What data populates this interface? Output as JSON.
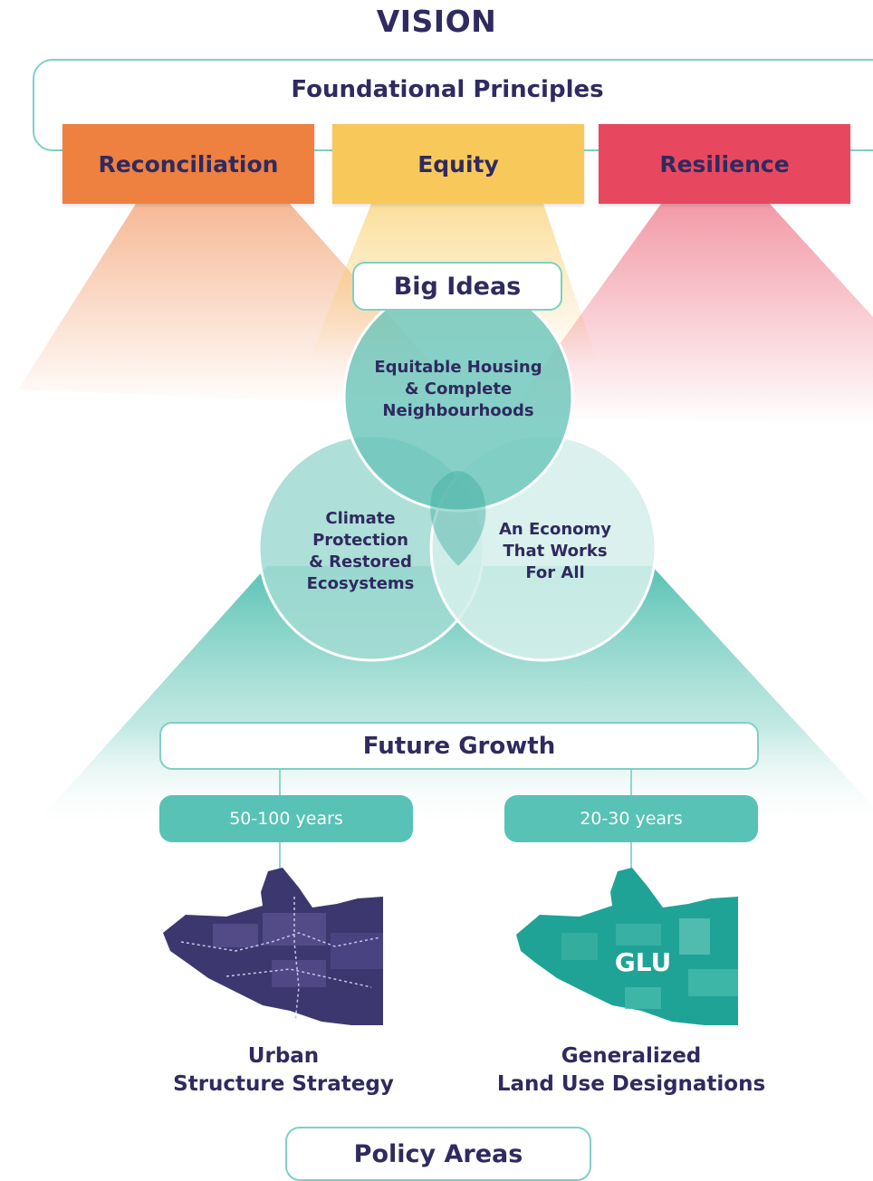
{
  "vision": "VISION",
  "foundational_principles": {
    "title": "Foundational Principles",
    "items": [
      {
        "label": "Reconciliation",
        "color": "#ee8040"
      },
      {
        "label": "Equity",
        "color": "#f8c95a"
      },
      {
        "label": "Resilience",
        "color": "#e8485f"
      }
    ]
  },
  "big_ideas": {
    "title": "Big Ideas",
    "circles": [
      {
        "label": "Equitable Housing\n& Complete\nNeighbourhoods",
        "color": "#7fcfc6"
      },
      {
        "label": "Climate\nProtection\n& Restored\nEcosystems",
        "color": "#a3dbd3"
      },
      {
        "label": "An Economy\nThat Works\nFor All",
        "color": "#d5efeb"
      }
    ]
  },
  "future_growth": {
    "title": "Future Growth",
    "branches": [
      {
        "horizon": "50-100 years",
        "caption": "Urban\nStructure Strategy",
        "map_color": "#3d376f"
      },
      {
        "horizon": "20-30 years",
        "caption": "Generalized\nLand Use Designations",
        "map_color": "#1fa396",
        "map_label": "GLU"
      }
    ]
  },
  "policy_areas": "Policy Areas"
}
